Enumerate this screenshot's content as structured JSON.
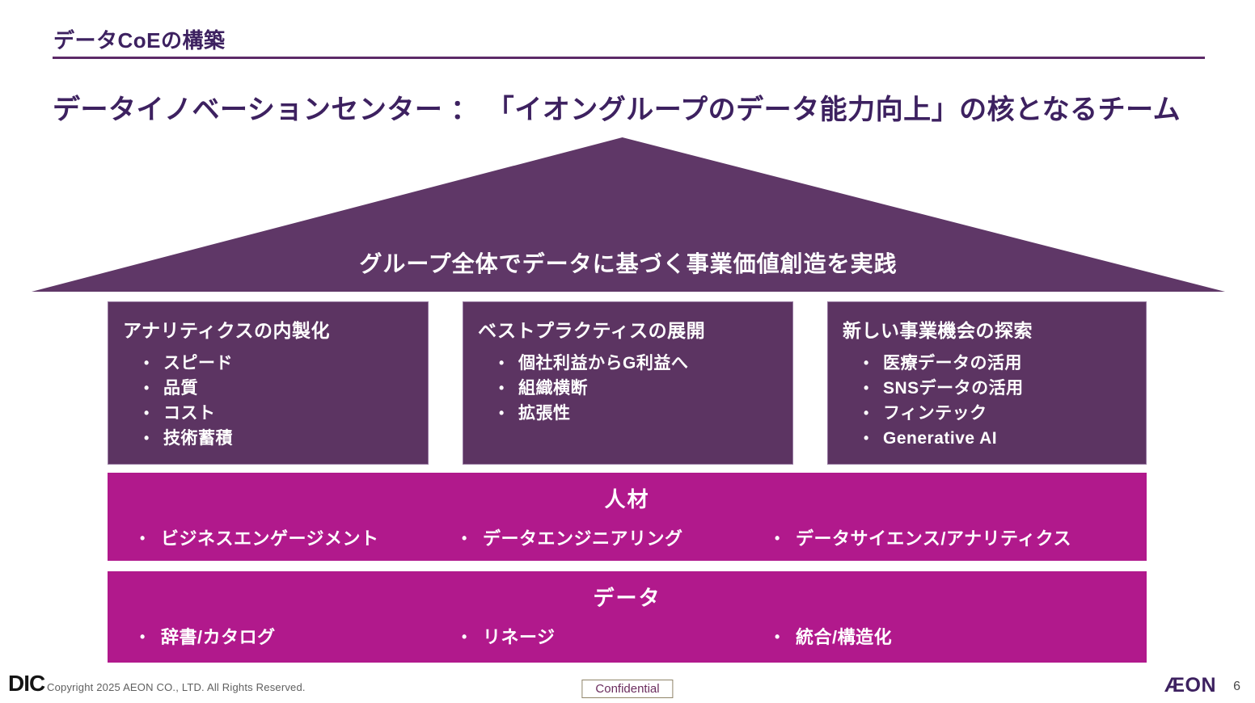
{
  "slide": {
    "kicker": "データCoEの構築",
    "title": "データイノベーションセンター ： 「イオングループのデータ能力向上」の核となるチーム",
    "roof_text": "グループ全体でデータに基づく事業価値創造を実践",
    "pillars": [
      {
        "title": "アナリティクスの内製化",
        "items": [
          "スピード",
          "品質",
          "コスト",
          "技術蓄積"
        ]
      },
      {
        "title": "ベストプラクティスの展開",
        "items": [
          "個社利益からG利益へ",
          "組織横断",
          "拡張性"
        ]
      },
      {
        "title": "新しい事業機会の探索",
        "items": [
          "医療データの活用",
          "SNSデータの活用",
          "フィンテック",
          "Generative AI"
        ]
      }
    ],
    "bands": [
      {
        "title": "人材",
        "items": [
          "ビジネスエンゲージメント",
          "データエンジニアリング",
          "データサイエンス/アナリティクス"
        ]
      },
      {
        "title": "データ",
        "items": [
          "辞書/カタログ",
          "リネージ",
          "統合/構造化"
        ]
      }
    ]
  },
  "footer": {
    "logo": "DIC",
    "copyright": "Copyright 2025 AEON CO., LTD. All Rights Reserved.",
    "confidential": "Confidential",
    "brand": "ÆON",
    "page_number": "6"
  },
  "colors": {
    "heading_purple": "#3d2160",
    "rule_purple": "#5c2a68",
    "roof_plum": "#5f3767",
    "pillar_plum": "#5c3462",
    "pillar_border": "#9678a0",
    "band_magenta": "#b1198c",
    "footer_gray": "#5f5f5f"
  }
}
